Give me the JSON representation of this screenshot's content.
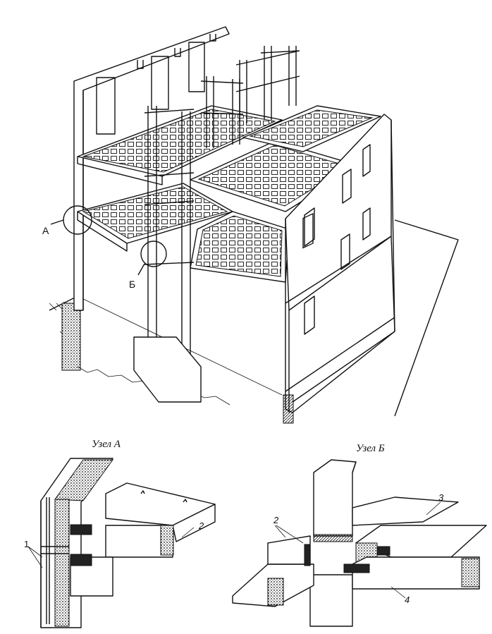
{
  "callouts": {
    "node_a": "А",
    "node_b": "Б"
  },
  "details": {
    "a": {
      "title": "Узел А",
      "labels": [
        "1",
        "2"
      ]
    },
    "b": {
      "title": "Узел Б",
      "labels": [
        "2",
        "3",
        "4"
      ]
    }
  }
}
